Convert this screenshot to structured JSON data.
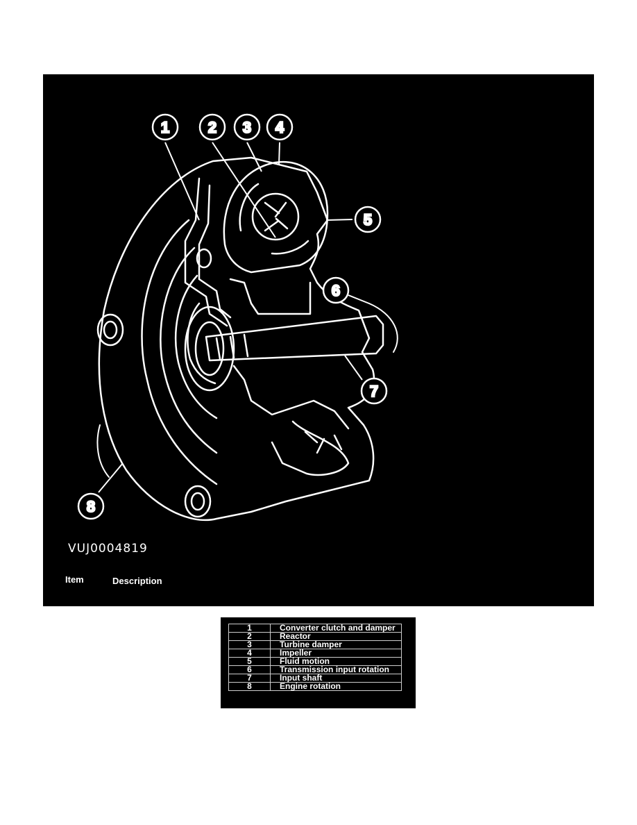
{
  "figure": {
    "figure_id": "VUJ0004819",
    "callouts": [
      "1",
      "2",
      "3",
      "4",
      "5",
      "6",
      "7",
      "8"
    ],
    "legend_header": {
      "item": "Item",
      "description": "Description"
    }
  },
  "legend": {
    "rows": [
      {
        "item": "1",
        "description": "Converter clutch and damper"
      },
      {
        "item": "2",
        "description": "Reactor"
      },
      {
        "item": "3",
        "description": "Turbine damper"
      },
      {
        "item": "4",
        "description": "Impeller"
      },
      {
        "item": "5",
        "description": "Fluid motion"
      },
      {
        "item": "6",
        "description": "Transmission input rotation"
      },
      {
        "item": "7",
        "description": "Input shaft"
      },
      {
        "item": "8",
        "description": "Engine rotation"
      }
    ]
  }
}
